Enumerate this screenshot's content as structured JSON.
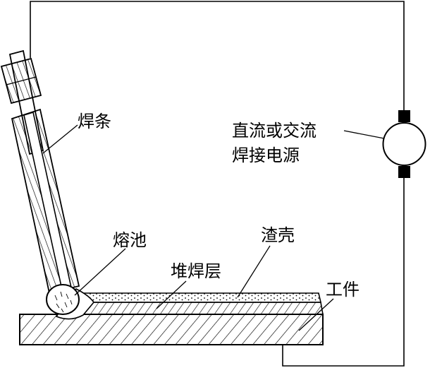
{
  "labels": {
    "electrode": "焊条",
    "power_source_line1": "直流或交流",
    "power_source_line2": "焊接电源",
    "molten_pool": "熔池",
    "slag_crust": "渣壳",
    "deposit_layer": "堆焊层",
    "workpiece": "工件"
  },
  "colors": {
    "line": "#000000",
    "background": "#ffffff"
  }
}
